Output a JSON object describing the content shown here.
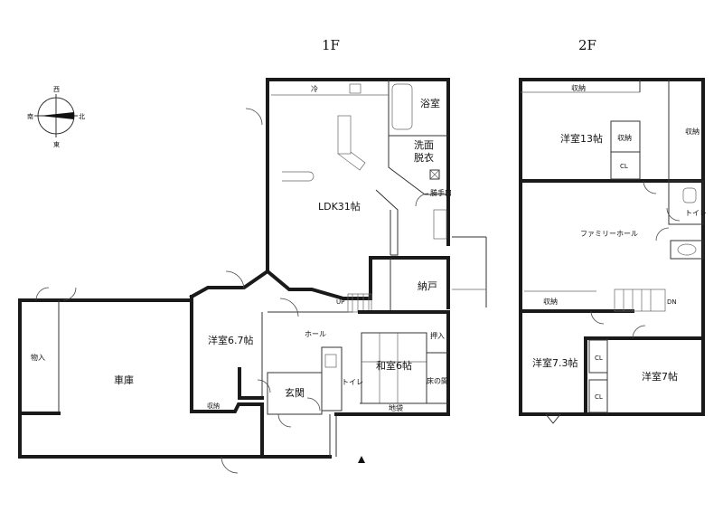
{
  "floors": {
    "first": "1F",
    "second": "2F"
  },
  "compass": {
    "n": "北",
    "e": "東",
    "s": "南",
    "w": "西"
  },
  "rooms_1f": {
    "ldk": "LDK31帖",
    "bath": "浴室",
    "wash": "洗面\n脱衣",
    "wash_line1": "洗面",
    "wash_line2": "脱衣",
    "fridge": "冷",
    "backdoor": "勝手口",
    "storeroom": "納戸",
    "western": "洋室6.7帖",
    "hall": "ホール",
    "up": "UP",
    "garage": "車庫",
    "garage_storage": "物入",
    "entrance": "玄関",
    "toilet": "トイレ",
    "japanese": "和室6帖",
    "oshiire": "押入",
    "tokonoma": "床の間",
    "jibukuro": "地袋",
    "storage": "収納"
  },
  "rooms_2f": {
    "western13": "洋室13帖",
    "storage_top": "収納",
    "storage_right": "収納",
    "storage_inner": "収納",
    "cl": "CL",
    "family_hall": "ファミリーホール",
    "toilet": "トイレ",
    "storage_left": "収納",
    "dn": "DN",
    "western73": "洋室7.3帖",
    "cl_a": "CL",
    "cl_b": "CL",
    "western7": "洋室7帖"
  }
}
